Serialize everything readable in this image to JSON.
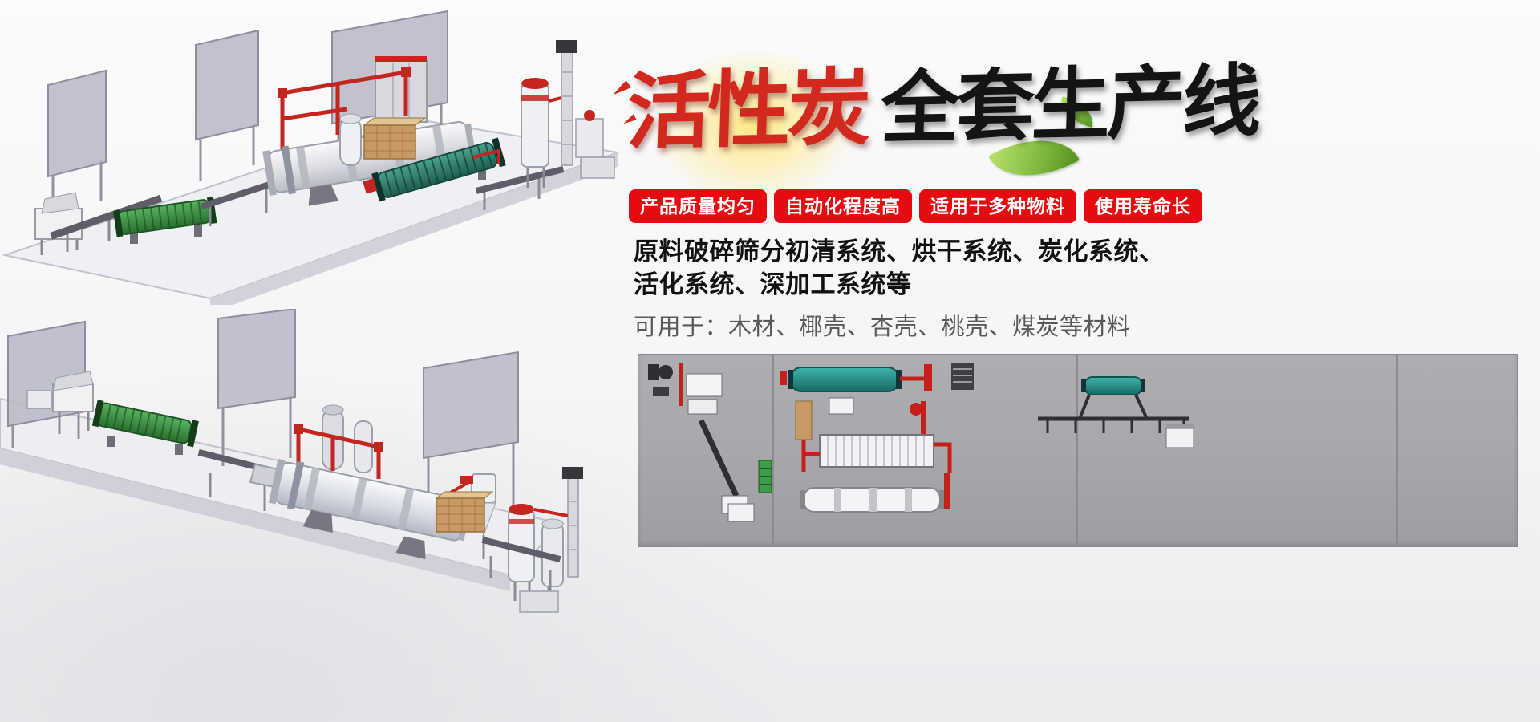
{
  "banner": {
    "title": {
      "red": "活性炭",
      "black": "全套生产线"
    },
    "badges": [
      {
        "label": "产品质量均匀"
      },
      {
        "label": "自动化程度高"
      },
      {
        "label": "适用于多种物料"
      },
      {
        "label": "使用寿命长"
      }
    ],
    "description": {
      "bold_line1": "原料破碎筛分初清系统、烘干系统、炭化系统、",
      "bold_line2": "活化系统、深加工系统等",
      "plain_line": "可用于：木材、椰壳、杏壳、桃壳、煤炭等材料"
    }
  },
  "illustrations": {
    "top_label": "production-line-3d-view-1",
    "bottom_label": "production-line-3d-view-2",
    "schematic_label": "production-line-layout-schematic"
  },
  "colors": {
    "badge_red": "#e50b10",
    "title_red": "#d2281e",
    "title_dark": "#141414",
    "leaf_green": "#7cb83e",
    "panel_gray": "#a8a8ac"
  }
}
